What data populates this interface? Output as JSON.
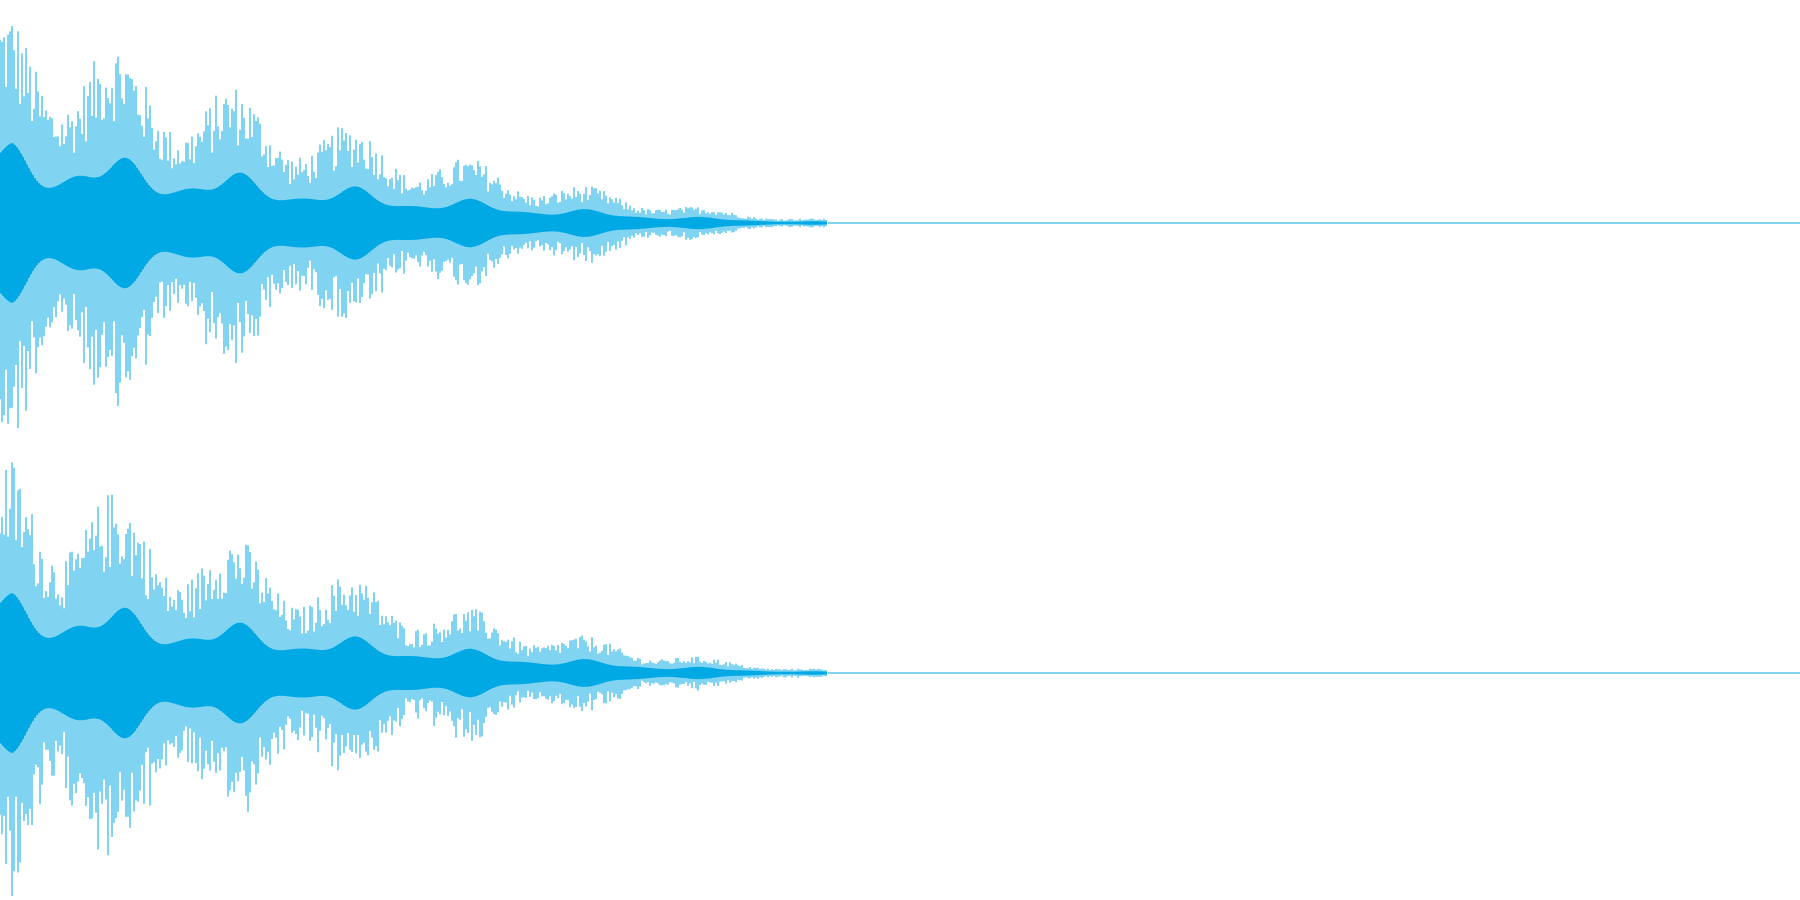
{
  "waveform": {
    "color": "#00a9e3",
    "background": "#ffffff",
    "channels": [
      {
        "channel": "left"
      },
      {
        "channel": "right"
      }
    ],
    "signal": {
      "active_fraction": 0.46,
      "initial_peak": 1.0,
      "final_peak": 0.05,
      "pulse_count": 14
    }
  }
}
